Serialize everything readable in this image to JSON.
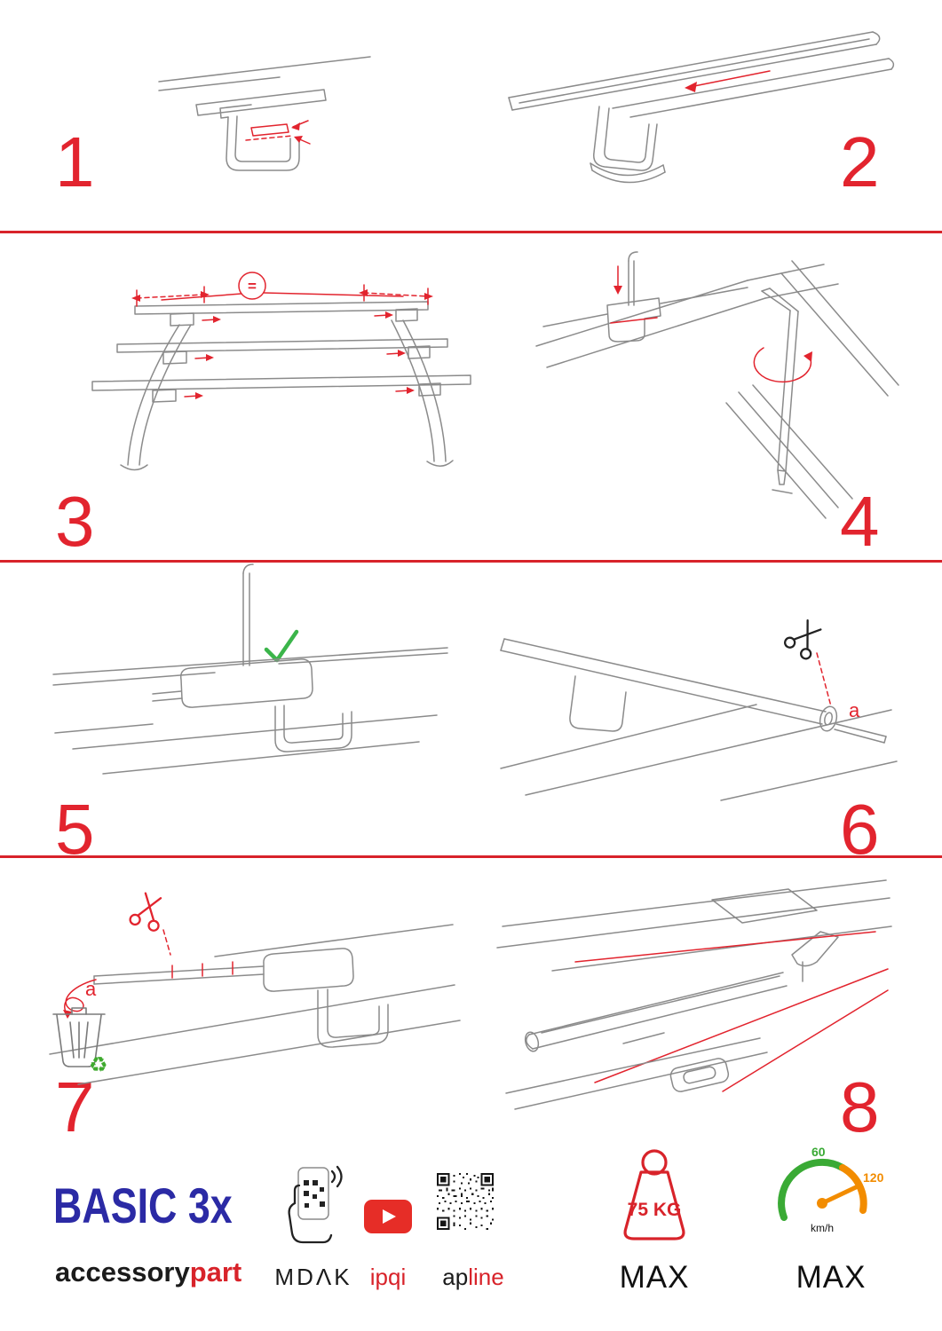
{
  "page": {
    "background": "#ffffff",
    "accent_red": "#e2242e",
    "divider_red": "#d8232a",
    "line_gray": "#8b8b8b",
    "check_green": "#3bb54a",
    "recycle_green": "#3faa2e",
    "brand_blue": "#2b2aa5",
    "gauge_green": "#3aaa35",
    "gauge_orange": "#f28c00",
    "youtube_red": "#e62d27"
  },
  "steps": [
    {
      "number": "1"
    },
    {
      "number": "2"
    },
    {
      "number": "3",
      "equal_label": "="
    },
    {
      "number": "4"
    },
    {
      "number": "5"
    },
    {
      "number": "6",
      "cut_label": "a"
    },
    {
      "number": "7",
      "cut_label": "a"
    },
    {
      "number": "8"
    }
  ],
  "footer": {
    "product_name": "BASIC 3x",
    "brand_black": "accessory",
    "brand_red": "part",
    "partner_mdak": "MDΛK",
    "partner_ipqi": "ipqi",
    "partner_apline_black": "ap",
    "partner_apline_red": "line",
    "weight_limit": "75 KG",
    "weight_max_label": "MAX",
    "gauge_low": "60",
    "gauge_high": "120",
    "gauge_unit": "km/h",
    "speed_max_label": "MAX"
  },
  "icons": {
    "recycle_glyph": "♻"
  }
}
